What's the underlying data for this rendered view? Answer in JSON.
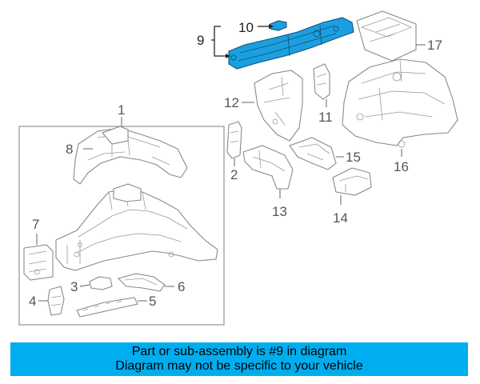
{
  "diagram": {
    "callouts": {
      "c1": "1",
      "c2": "2",
      "c3": "3",
      "c4": "4",
      "c5": "5",
      "c6": "6",
      "c7": "7",
      "c8": "8",
      "c9": "9",
      "c10": "10",
      "c11": "11",
      "c12": "12",
      "c13": "13",
      "c14": "14",
      "c15": "15",
      "c16": "16",
      "c17": "17"
    },
    "highlight_part": "9",
    "highlight_color": "#1aa0e0",
    "line_color": "#8a8a8a"
  },
  "banner": {
    "line1": "Part or sub-assembly is #9 in diagram",
    "line2": "Diagram may not be specific to your vehicle",
    "background": "#00aeef"
  }
}
